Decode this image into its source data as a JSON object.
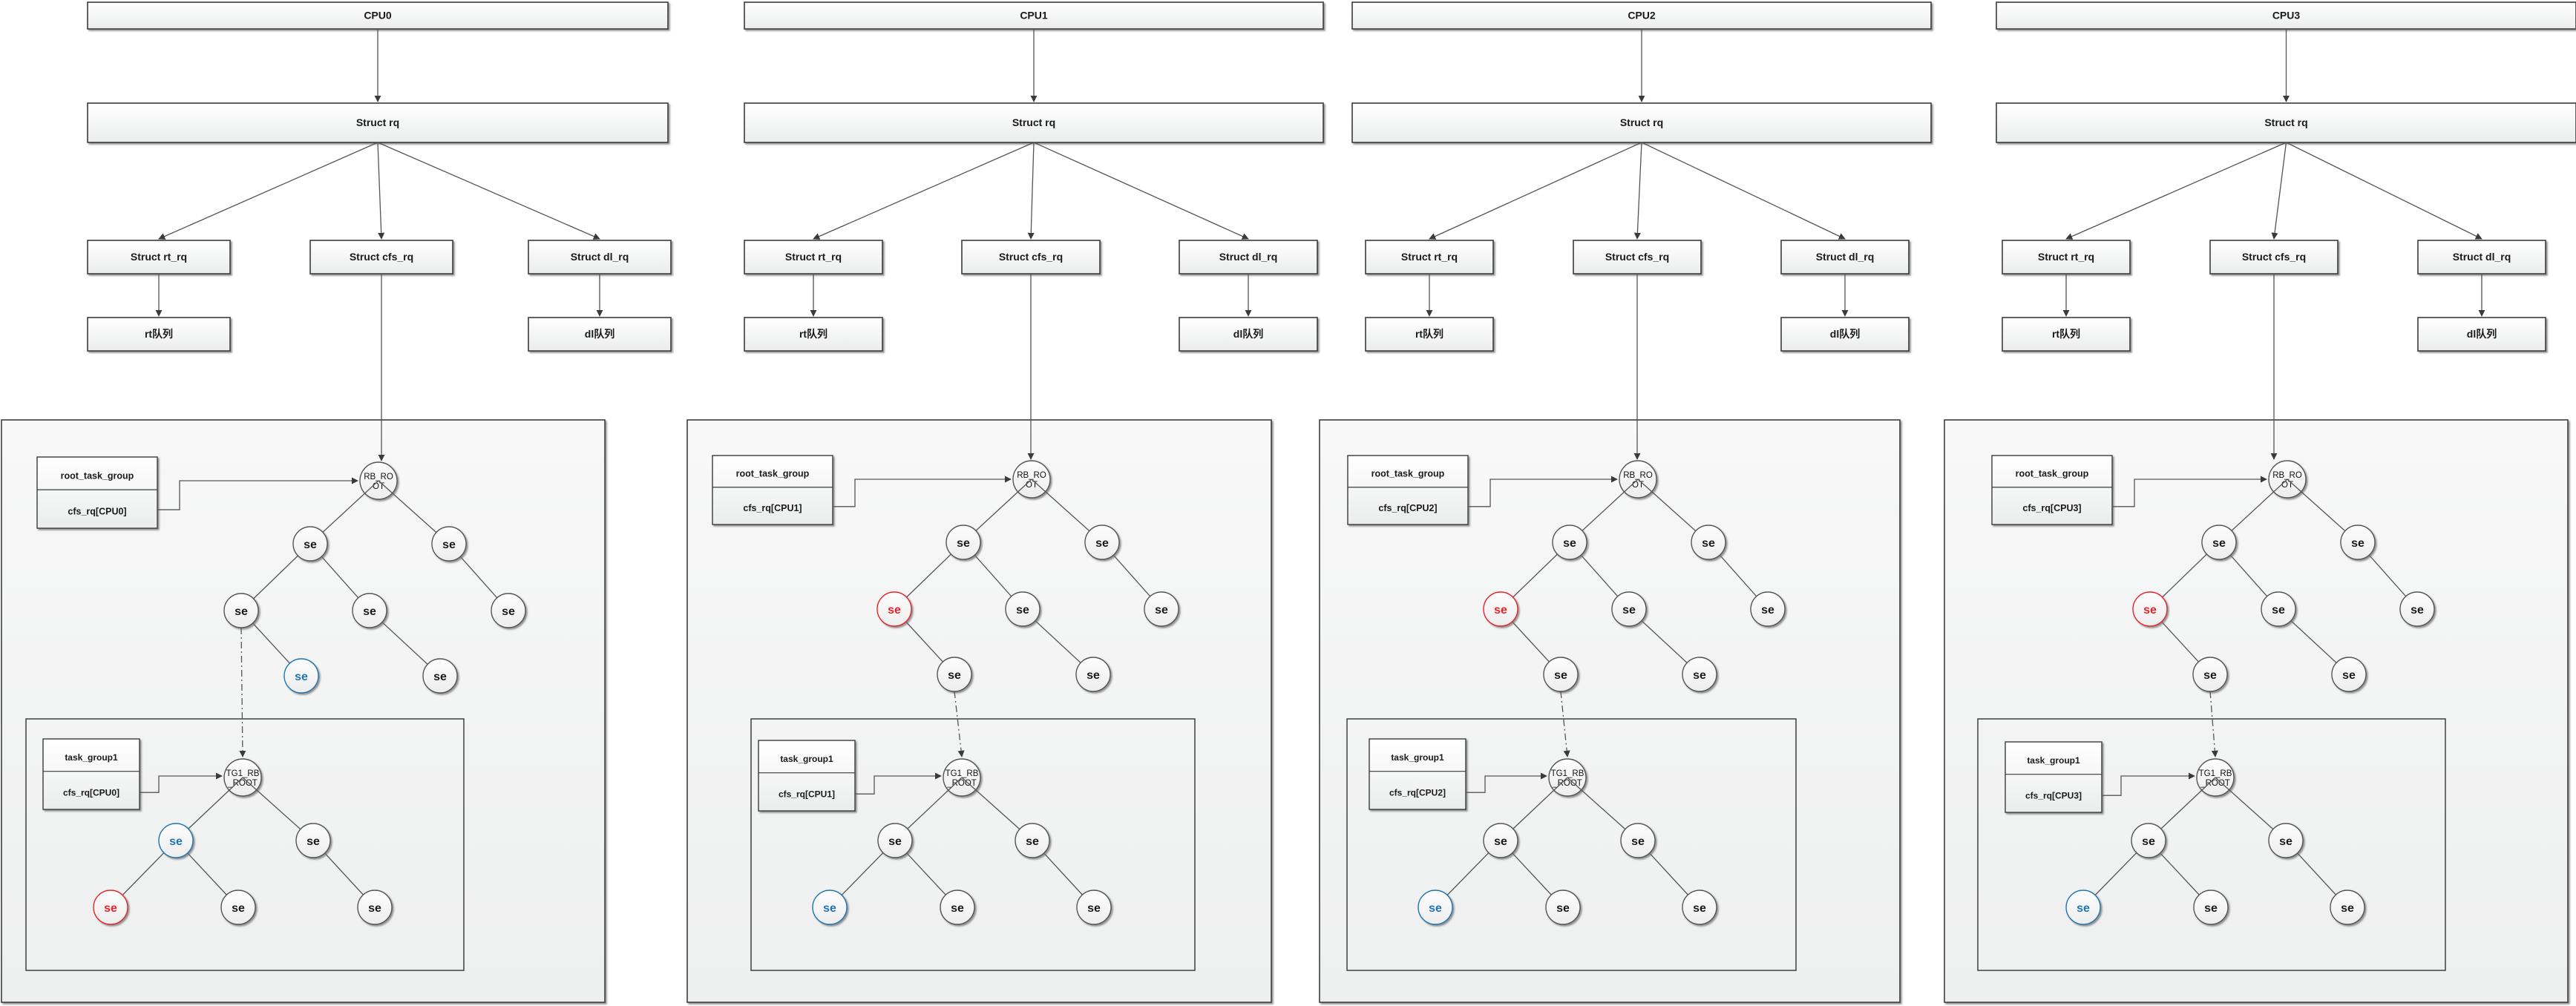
{
  "colors": {
    "box_border": "#3b3b3b",
    "box_fill_top": "#ffffff",
    "box_fill_bottom": "#eceded",
    "panel_fill": "#f4f4f4",
    "panel_border": "#3f3f3f",
    "edge": "#555555",
    "node_fill": "#f7f7f7",
    "node_border": "#555555",
    "node_blue": "#1f76b4",
    "node_red": "#e8232a",
    "text": "#1a1a1a"
  },
  "columns": [
    {
      "cpu_label": "CPU0",
      "rq_label": "Struct rq",
      "rt_rq_label": "Struct rt_rq",
      "cfs_rq_label": "Struct cfs_rq",
      "dl_rq_label": "Struct dl_rq",
      "rt_queue_label": "rt队列",
      "dl_queue_label": "dl队列",
      "group_box": {
        "name_label": "root_task_group",
        "cfs_rq_label": "cfs_rq[CPU0]"
      },
      "root_node_label": "RB_RO\nOT",
      "root_node_line1": "RB_RO",
      "root_node_line2": "OT",
      "tree_nodes": [
        {
          "id": "n1",
          "label": "se",
          "color": "default"
        },
        {
          "id": "n2",
          "label": "se",
          "color": "default"
        },
        {
          "id": "n3",
          "label": "se",
          "color": "default"
        },
        {
          "id": "n4",
          "label": "se",
          "color": "default"
        },
        {
          "id": "n5",
          "label": "se",
          "color": "default"
        },
        {
          "id": "n6",
          "label": "se",
          "color": "blue"
        },
        {
          "id": "n7",
          "label": "se",
          "color": "default"
        }
      ],
      "inner_box": {
        "group_name_label": "task_group1",
        "group_cfs_rq_label": "cfs_rq[CPU0]",
        "root_node_line1": "TG1_RB",
        "root_node_line2": "_ROOT",
        "tree_nodes": [
          {
            "id": "m1",
            "label": "se",
            "color": "blue"
          },
          {
            "id": "m2",
            "label": "se",
            "color": "default"
          },
          {
            "id": "m3",
            "label": "se",
            "color": "red"
          },
          {
            "id": "m4",
            "label": "se",
            "color": "default"
          },
          {
            "id": "m5",
            "label": "se",
            "color": "default"
          }
        ]
      }
    },
    {
      "cpu_label": "CPU1",
      "rq_label": "Struct rq",
      "rt_rq_label": "Struct rt_rq",
      "cfs_rq_label": "Struct cfs_rq",
      "dl_rq_label": "Struct dl_rq",
      "rt_queue_label": "rt队列",
      "dl_queue_label": "dl队列",
      "group_box": {
        "name_label": "root_task_group",
        "cfs_rq_label": "cfs_rq[CPU1]"
      },
      "root_node_line1": "RB_RO",
      "root_node_line2": "OT",
      "tree_nodes": [
        {
          "id": "n1",
          "label": "se",
          "color": "default"
        },
        {
          "id": "n2",
          "label": "se",
          "color": "default"
        },
        {
          "id": "n3",
          "label": "se",
          "color": "red"
        },
        {
          "id": "n4",
          "label": "se",
          "color": "default"
        },
        {
          "id": "n5",
          "label": "se",
          "color": "default"
        },
        {
          "id": "n6",
          "label": "se",
          "color": "default"
        },
        {
          "id": "n7",
          "label": "se",
          "color": "default"
        }
      ],
      "inner_box": {
        "group_name_label": "task_group1",
        "group_cfs_rq_label": "cfs_rq[CPU1]",
        "root_node_line1": "TG1_RB",
        "root_node_line2": "_ROOT",
        "tree_nodes": [
          {
            "id": "m1",
            "label": "se",
            "color": "default"
          },
          {
            "id": "m2",
            "label": "se",
            "color": "default"
          },
          {
            "id": "m3",
            "label": "se",
            "color": "blue"
          },
          {
            "id": "m4",
            "label": "se",
            "color": "default"
          },
          {
            "id": "m5",
            "label": "se",
            "color": "default"
          }
        ]
      }
    },
    {
      "cpu_label": "CPU2",
      "rq_label": "Struct rq",
      "rt_rq_label": "Struct rt_rq",
      "cfs_rq_label": "Struct cfs_rq",
      "dl_rq_label": "Struct dl_rq",
      "rt_queue_label": "rt队列",
      "dl_queue_label": "dl队列",
      "group_box": {
        "name_label": "root_task_group",
        "cfs_rq_label": "cfs_rq[CPU2]"
      },
      "root_node_line1": "RB_RO",
      "root_node_line2": "OT",
      "tree_nodes": [
        {
          "id": "n1",
          "label": "se",
          "color": "default"
        },
        {
          "id": "n2",
          "label": "se",
          "color": "default"
        },
        {
          "id": "n3",
          "label": "se",
          "color": "red"
        },
        {
          "id": "n4",
          "label": "se",
          "color": "default"
        },
        {
          "id": "n5",
          "label": "se",
          "color": "default"
        },
        {
          "id": "n6",
          "label": "se",
          "color": "default"
        },
        {
          "id": "n7",
          "label": "se",
          "color": "default"
        }
      ],
      "inner_box": {
        "group_name_label": "task_group1",
        "group_cfs_rq_label": "cfs_rq[CPU2]",
        "root_node_line1": "TG1_RB",
        "root_node_line2": "_ROOT",
        "tree_nodes": [
          {
            "id": "m1",
            "label": "se",
            "color": "default"
          },
          {
            "id": "m2",
            "label": "se",
            "color": "default"
          },
          {
            "id": "m3",
            "label": "se",
            "color": "blue"
          },
          {
            "id": "m4",
            "label": "se",
            "color": "default"
          },
          {
            "id": "m5",
            "label": "se",
            "color": "default"
          }
        ]
      }
    },
    {
      "cpu_label": "CPU3",
      "rq_label": "Struct rq",
      "rt_rq_label": "Struct rt_rq",
      "cfs_rq_label": "Struct cfs_rq",
      "dl_rq_label": "Struct dl_rq",
      "rt_queue_label": "rt队列",
      "dl_queue_label": "dl队列",
      "group_box": {
        "name_label": "root_task_group",
        "cfs_rq_label": "cfs_rq[CPU3]"
      },
      "root_node_line1": "RB_RO",
      "root_node_line2": "OT",
      "tree_nodes": [
        {
          "id": "n1",
          "label": "se",
          "color": "default"
        },
        {
          "id": "n2",
          "label": "se",
          "color": "default"
        },
        {
          "id": "n3",
          "label": "se",
          "color": "red"
        },
        {
          "id": "n4",
          "label": "se",
          "color": "default"
        },
        {
          "id": "n5",
          "label": "se",
          "color": "default"
        },
        {
          "id": "n6",
          "label": "se",
          "color": "default"
        },
        {
          "id": "n7",
          "label": "se",
          "color": "default"
        }
      ],
      "inner_box": {
        "group_name_label": "task_group1",
        "group_cfs_rq_label": "cfs_rq[CPU3]",
        "root_node_line1": "TG1_RB",
        "root_node_line2": "_ROOT",
        "tree_nodes": [
          {
            "id": "m1",
            "label": "se",
            "color": "default"
          },
          {
            "id": "m2",
            "label": "se",
            "color": "default"
          },
          {
            "id": "m3",
            "label": "se",
            "color": "blue"
          },
          {
            "id": "m4",
            "label": "se",
            "color": "default"
          },
          {
            "id": "m5",
            "label": "se",
            "color": "default"
          }
        ]
      }
    }
  ]
}
